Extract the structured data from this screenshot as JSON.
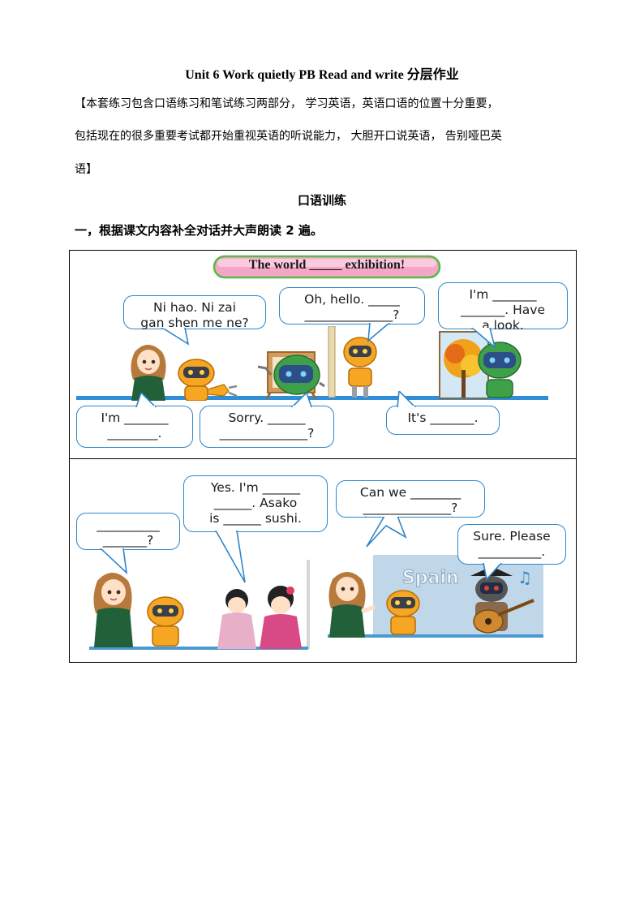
{
  "title": "Unit 6 Work quietly PB Read and write  分层作业",
  "intro": [
    "【本套练习包含口语练习和笔试练习两部分，  学习英语，英语口语的位置十分重要，",
    "包括现在的很多重要考试都开始重视英语的听说能力，  大胆开口说英语，  告别哑巴英",
    "语】"
  ],
  "section_title": "口语训练",
  "task": "一，根据课文内容补全对话并大声朗读 2 遍。",
  "panel1": {
    "banner": "The world _____ exhibition!",
    "bubble_nihao": [
      "Ni hao. Ni zai",
      "gan shen me ne?"
    ],
    "bubble_oh_hello": [
      "Oh, hello. _____",
      "______________?"
    ],
    "bubble_im_have": [
      "I'm _______",
      "_______.  Have",
      "a look."
    ],
    "bubble_im": [
      "I'm _______",
      "________."
    ],
    "bubble_sorry": [
      "Sorry. ______",
      "______________?"
    ],
    "bubble_its": [
      "It's _______."
    ]
  },
  "panel2": {
    "bubble_question": [
      "__________",
      "_______?"
    ],
    "bubble_yes": [
      "Yes. I'm ______",
      "______.  Asako",
      "is ______ sushi."
    ],
    "bubble_can_we": [
      "Can we ________",
      "______________?"
    ],
    "bubble_sure": [
      "Sure. Please",
      "__________."
    ],
    "sign_spain": "Spain"
  },
  "colors": {
    "bubble_border": "#2f86c9",
    "ground": "#2e8fd8",
    "banner_fill": "#f5a6c8",
    "banner_border": "#57b947"
  }
}
